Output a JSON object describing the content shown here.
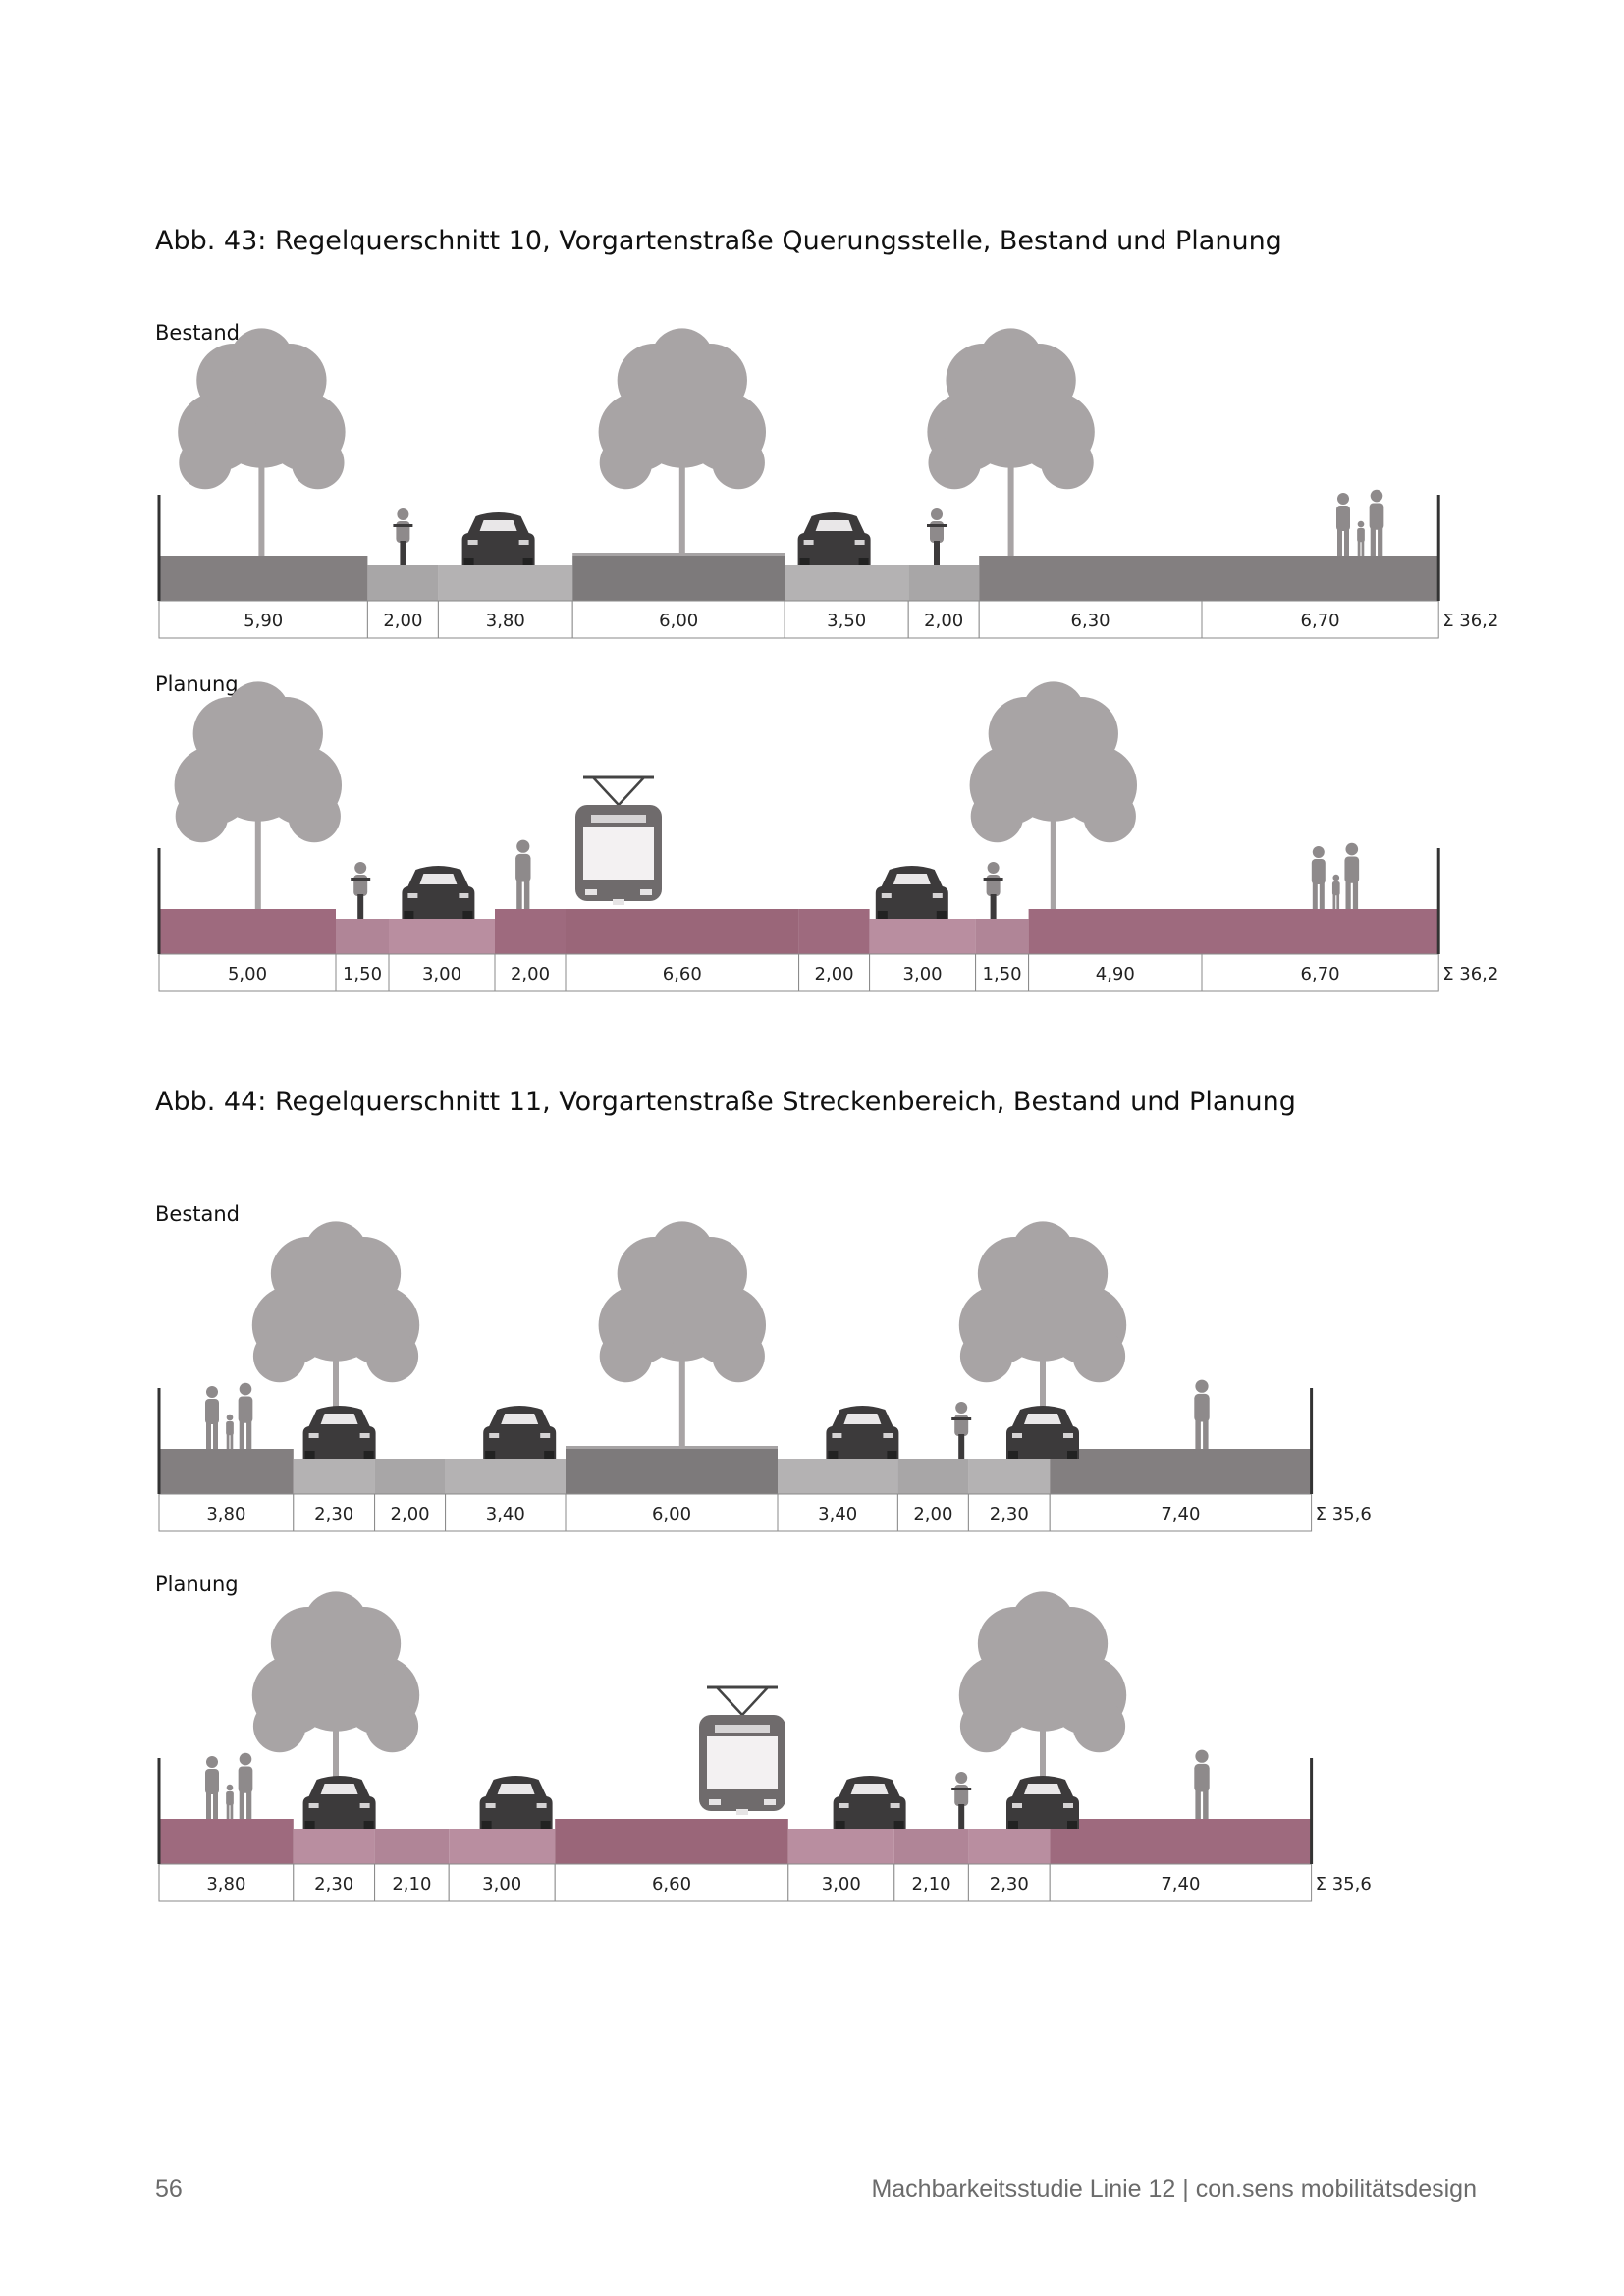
{
  "figures": [
    {
      "title": "Abb. 43: Regelquerschnitt 10, Vorgartenstraße Querungsstelle, Bestand und Planung",
      "sections": [
        {
          "label": "Bestand",
          "scheme": "bestand",
          "total": "Σ 36,2",
          "segments": [
            {
              "w": 5.9,
              "label": "5,90",
              "kind": "walk"
            },
            {
              "w": 2.0,
              "label": "2,00",
              "kind": "bike"
            },
            {
              "w": 3.8,
              "label": "3,80",
              "kind": "lane"
            },
            {
              "w": 6.0,
              "label": "6,00",
              "kind": "median"
            },
            {
              "w": 3.5,
              "label": "3,50",
              "kind": "lane"
            },
            {
              "w": 2.0,
              "label": "2,00",
              "kind": "bike"
            },
            {
              "w": 6.3,
              "label": "6,30",
              "kind": "walk"
            },
            {
              "w": 6.7,
              "label": "6,70",
              "kind": "walk"
            }
          ],
          "objects": [
            {
              "type": "tree",
              "at": 2.9
            },
            {
              "type": "tree",
              "at": 14.8
            },
            {
              "type": "tree",
              "at": 24.1
            },
            {
              "type": "cyclist",
              "at": 6.9
            },
            {
              "type": "car",
              "at": 9.6
            },
            {
              "type": "car",
              "at": 19.1
            },
            {
              "type": "cyclist",
              "at": 22.0
            },
            {
              "type": "family",
              "at": 34.0
            }
          ]
        },
        {
          "label": "Planung",
          "scheme": "planung",
          "total": "Σ 36,2",
          "segments": [
            {
              "w": 5.0,
              "label": "5,00",
              "kind": "walk"
            },
            {
              "w": 1.5,
              "label": "1,50",
              "kind": "bike"
            },
            {
              "w": 3.0,
              "label": "3,00",
              "kind": "lane"
            },
            {
              "w": 2.0,
              "label": "2,00",
              "kind": "walk"
            },
            {
              "w": 6.6,
              "label": "6,60",
              "kind": "track"
            },
            {
              "w": 2.0,
              "label": "2,00",
              "kind": "walk"
            },
            {
              "w": 3.0,
              "label": "3,00",
              "kind": "lane"
            },
            {
              "w": 1.5,
              "label": "1,50",
              "kind": "bike"
            },
            {
              "w": 4.9,
              "label": "4,90",
              "kind": "walk"
            },
            {
              "w": 6.7,
              "label": "6,70",
              "kind": "walk"
            }
          ],
          "objects": [
            {
              "type": "tree",
              "at": 2.8
            },
            {
              "type": "tree",
              "at": 25.3
            },
            {
              "type": "cyclist",
              "at": 5.7
            },
            {
              "type": "car",
              "at": 7.9
            },
            {
              "type": "person",
              "at": 10.3
            },
            {
              "type": "tram",
              "at": 13.0
            },
            {
              "type": "car",
              "at": 21.3
            },
            {
              "type": "cyclist",
              "at": 23.6
            },
            {
              "type": "family",
              "at": 33.3
            }
          ]
        }
      ]
    },
    {
      "title": "Abb. 44: Regelquerschnitt 11, Vorgartenstraße Streckenbereich, Bestand und Planung",
      "sections": [
        {
          "label": "Bestand",
          "scheme": "bestand",
          "total": "Σ 35,6",
          "segments": [
            {
              "w": 3.8,
              "label": "3,80",
              "kind": "walk"
            },
            {
              "w": 2.3,
              "label": "2,30",
              "kind": "lane"
            },
            {
              "w": 2.0,
              "label": "2,00",
              "kind": "bike"
            },
            {
              "w": 3.4,
              "label": "3,40",
              "kind": "lane"
            },
            {
              "w": 6.0,
              "label": "6,00",
              "kind": "median"
            },
            {
              "w": 3.4,
              "label": "3,40",
              "kind": "lane"
            },
            {
              "w": 2.0,
              "label": "2,00",
              "kind": "bike"
            },
            {
              "w": 2.3,
              "label": "2,30",
              "kind": "lane"
            },
            {
              "w": 7.4,
              "label": "7,40",
              "kind": "walk"
            }
          ],
          "objects": [
            {
              "type": "tree",
              "at": 5.0
            },
            {
              "type": "tree",
              "at": 14.8
            },
            {
              "type": "tree",
              "at": 25.0
            },
            {
              "type": "family",
              "at": 2.0
            },
            {
              "type": "car",
              "at": 5.1
            },
            {
              "type": "car",
              "at": 10.2
            },
            {
              "type": "car",
              "at": 19.9
            },
            {
              "type": "cyclist",
              "at": 22.7
            },
            {
              "type": "car",
              "at": 25.0
            },
            {
              "type": "person",
              "at": 29.5
            }
          ]
        },
        {
          "label": "Planung",
          "scheme": "planung",
          "total": "Σ 35,6",
          "segments": [
            {
              "w": 3.8,
              "label": "3,80",
              "kind": "walk"
            },
            {
              "w": 2.3,
              "label": "2,30",
              "kind": "lane"
            },
            {
              "w": 2.1,
              "label": "2,10",
              "kind": "bike"
            },
            {
              "w": 3.0,
              "label": "3,00",
              "kind": "lane"
            },
            {
              "w": 6.6,
              "label": "6,60",
              "kind": "track"
            },
            {
              "w": 3.0,
              "label": "3,00",
              "kind": "lane"
            },
            {
              "w": 2.1,
              "label": "2,10",
              "kind": "bike"
            },
            {
              "w": 2.3,
              "label": "2,30",
              "kind": "lane"
            },
            {
              "w": 7.4,
              "label": "7,40",
              "kind": "walk"
            }
          ],
          "objects": [
            {
              "type": "tree",
              "at": 5.0
            },
            {
              "type": "tree",
              "at": 25.0
            },
            {
              "type": "family",
              "at": 2.0
            },
            {
              "type": "car",
              "at": 5.1
            },
            {
              "type": "car",
              "at": 10.1
            },
            {
              "type": "tram",
              "at": 16.5
            },
            {
              "type": "car",
              "at": 20.1
            },
            {
              "type": "cyclist",
              "at": 22.7
            },
            {
              "type": "car",
              "at": 25.0
            },
            {
              "type": "person",
              "at": 29.5
            }
          ]
        }
      ]
    }
  ],
  "colors": {
    "bestand_walk": "#837f80",
    "bestand_lane": "#b4b2b3",
    "bestand_bike": "#a8a6a7",
    "bestand_median": "#7d7a7b",
    "planung_walk": "#9e6a7e",
    "planung_lane": "#b98ea0",
    "planung_bike": "#b08597",
    "planung_track": "#9a6679",
    "tree": "#a8a4a5",
    "figure": "#8e8a8b",
    "car": "#3c3a3b",
    "tram": "#6f6b6c"
  },
  "footer": {
    "page_number": "56",
    "credit": "Machbarkeitsstudie Linie 12 | con.sens mobilitätsdesign"
  }
}
